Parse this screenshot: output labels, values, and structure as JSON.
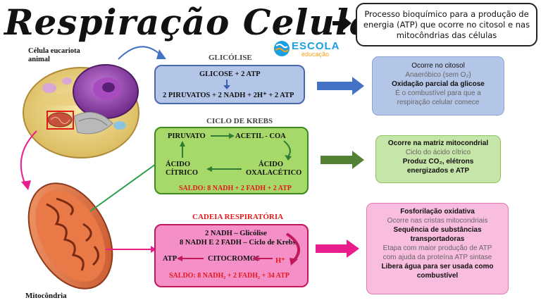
{
  "header": {
    "title": "Respiração Celular",
    "definition": "Processo bioquímico para a produção de energia (ATP) que ocorre no citosol e nas mitocôndrias das células"
  },
  "logo": {
    "name": "ESCOLA",
    "subtitle": "educação",
    "color": "#1c9fe0",
    "sub_color": "#f3a21c"
  },
  "labels": {
    "cell": [
      "Célula eucariota",
      "animal"
    ],
    "mitochondrion": "Mitocôndria"
  },
  "glicolise": {
    "title": "GLICÓLISE",
    "input": "GLICOSE + 2 ATP",
    "output": "2 PIRUVATOS + 2 NADH + 2H⁺ + 2 ATP",
    "info": {
      "l1": "Ocorre no citosol",
      "l2": "Anaeróbico (sem O₂)",
      "l3": "Oxidação parcial da glicose",
      "l4": "É o combustível para que a",
      "l5": "respiração celular comece"
    }
  },
  "krebs": {
    "title": "CICLO DE KREBS",
    "piruvato": "PIRUVATO",
    "acetil": "ACETIL - COA",
    "oxal1": "ÁCIDO",
    "oxal2": "OXALACÉTICO",
    "citr1": "ÁCIDO",
    "citr2": "CÍTRICO",
    "saldo": "SALDO: 8 NADH + 2 FADH + 2 ATP",
    "info": {
      "l1": "Ocorre na matriz mitocondrial",
      "l2": "Ciclo do ácido cítrico",
      "l3": "Produz CO₂, elétrons",
      "l4": "energizados e ATP"
    }
  },
  "cadeia": {
    "title": "CADEIA RESPIRATÓRIA",
    "line1": "2 NADH – Glicólise",
    "line2": "8 NADH E 2 FADH – Ciclo de Krebs",
    "atp": "ATP",
    "citocromos": "CITOCROMOS",
    "h": "H⁺",
    "saldo": "SALDO: 8 NADH₂ + 2 FADH₂ + 34 ATP",
    "info": {
      "l1": "Fosforilação oxidativa",
      "l2": "Ocorre nas cristas mitocondriais",
      "l3": "Sequência de substâncias",
      "l4": "transportadoras",
      "l5": "Etapa com maior produção de ATP",
      "l6": "com ajuda da proteína ATP sintase",
      "l7": "Libera água para ser usada como",
      "l8": "combustível"
    }
  },
  "colors": {
    "glicolise_fill": "#b4c6e7",
    "glicolise_arrow": "#4472c4",
    "krebs_fill": "#a6d96a",
    "krebs_arrow": "#548235",
    "cadeia_fill": "#f48fc8",
    "cadeia_arrow": "#e91e8c",
    "saldo_red": "#e31a1c"
  }
}
